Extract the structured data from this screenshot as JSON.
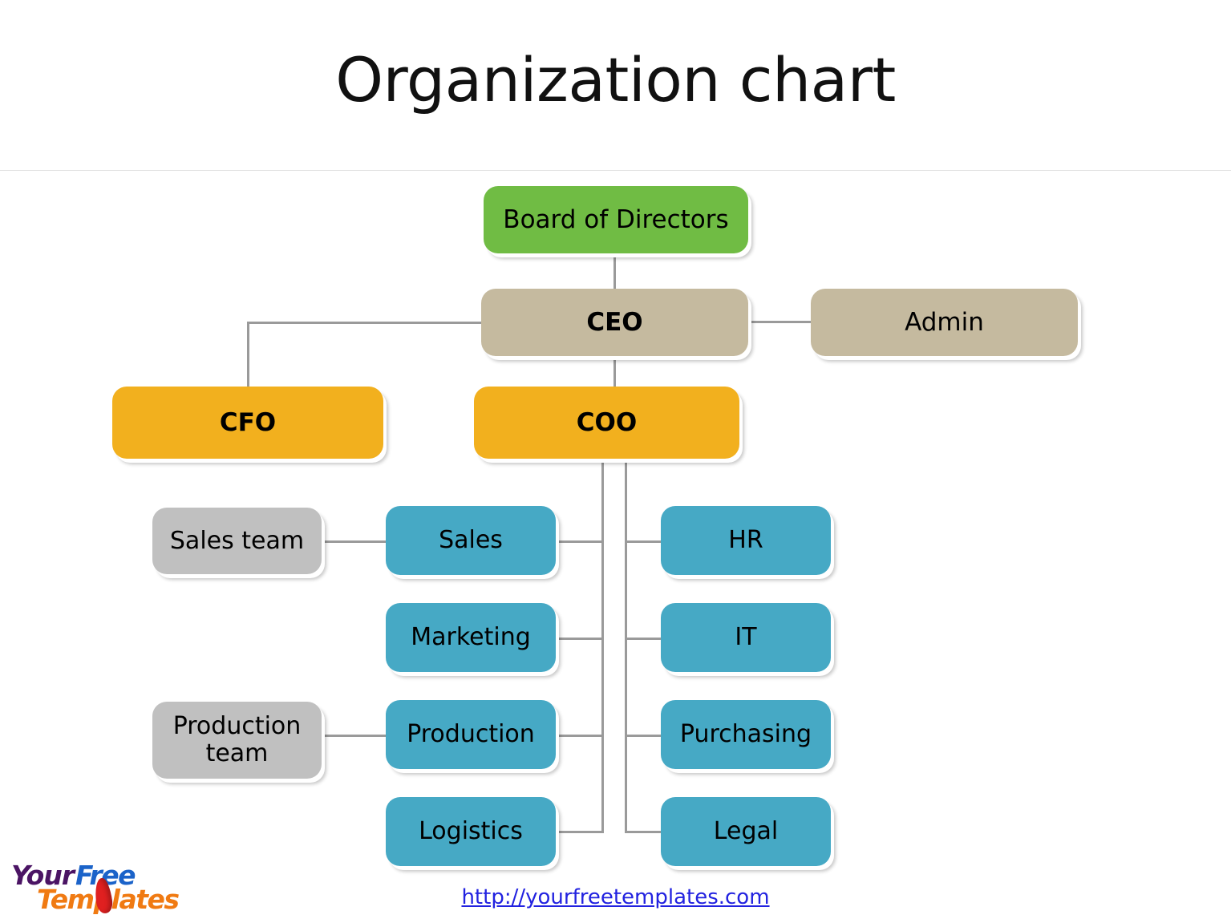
{
  "slide": {
    "title": "Organization chart",
    "footer_url": "http://yourfreetemplates.com",
    "logo": {
      "word1": "Your",
      "word2": "Free",
      "word3": "Templates"
    }
  },
  "colors": {
    "green": "#70BC44",
    "tan": "#C5BA9F",
    "amber": "#F2B01E",
    "blue": "#46A9C5",
    "grey": "#C0C0C0",
    "connector": "#9A9A9A",
    "link": "#2222E0"
  },
  "chart_data": {
    "type": "diagram",
    "title": "Organization chart",
    "nodes": [
      {
        "id": "board",
        "label": "Board of Directors",
        "color": "#70BC44",
        "level": 0,
        "bold": false
      },
      {
        "id": "ceo",
        "label": "CEO",
        "color": "#C5BA9F",
        "level": 1,
        "bold": true
      },
      {
        "id": "admin",
        "label": "Admin",
        "color": "#C5BA9F",
        "level": 1,
        "bold": false
      },
      {
        "id": "cfo",
        "label": "CFO",
        "color": "#F2B01E",
        "level": 2,
        "bold": true
      },
      {
        "id": "coo",
        "label": "COO",
        "color": "#F2B01E",
        "level": 2,
        "bold": true
      },
      {
        "id": "sales",
        "label": "Sales",
        "color": "#46A9C5",
        "level": 3,
        "bold": false
      },
      {
        "id": "marketing",
        "label": "Marketing",
        "color": "#46A9C5",
        "level": 3,
        "bold": false
      },
      {
        "id": "production",
        "label": "Production",
        "color": "#46A9C5",
        "level": 3,
        "bold": false
      },
      {
        "id": "logistics",
        "label": "Logistics",
        "color": "#46A9C5",
        "level": 3,
        "bold": false
      },
      {
        "id": "hr",
        "label": "HR",
        "color": "#46A9C5",
        "level": 3,
        "bold": false
      },
      {
        "id": "it",
        "label": "IT",
        "color": "#46A9C5",
        "level": 3,
        "bold": false
      },
      {
        "id": "purchasing",
        "label": "Purchasing",
        "color": "#46A9C5",
        "level": 3,
        "bold": false
      },
      {
        "id": "legal",
        "label": "Legal",
        "color": "#46A9C5",
        "level": 3,
        "bold": false
      },
      {
        "id": "salesteam",
        "label": "Sales team",
        "color": "#C0C0C0",
        "level": 4,
        "bold": false
      },
      {
        "id": "prodteam",
        "label": "Production team",
        "color": "#C0C0C0",
        "level": 4,
        "bold": false
      }
    ],
    "edges": [
      {
        "from": "board",
        "to": "ceo"
      },
      {
        "from": "ceo",
        "to": "admin"
      },
      {
        "from": "ceo",
        "to": "cfo"
      },
      {
        "from": "ceo",
        "to": "coo"
      },
      {
        "from": "coo",
        "to": "sales"
      },
      {
        "from": "coo",
        "to": "marketing"
      },
      {
        "from": "coo",
        "to": "production"
      },
      {
        "from": "coo",
        "to": "logistics"
      },
      {
        "from": "coo",
        "to": "hr"
      },
      {
        "from": "coo",
        "to": "it"
      },
      {
        "from": "coo",
        "to": "purchasing"
      },
      {
        "from": "coo",
        "to": "legal"
      },
      {
        "from": "sales",
        "to": "salesteam"
      },
      {
        "from": "production",
        "to": "prodteam"
      }
    ]
  },
  "nodes": {
    "board": {
      "label": "Board of Directors"
    },
    "ceo": {
      "label": "CEO"
    },
    "admin": {
      "label": "Admin"
    },
    "cfo": {
      "label": "CFO"
    },
    "coo": {
      "label": "COO"
    },
    "sales": {
      "label": "Sales"
    },
    "marketing": {
      "label": "Marketing"
    },
    "production": {
      "label": "Production"
    },
    "logistics": {
      "label": "Logistics"
    },
    "hr": {
      "label": "HR"
    },
    "it": {
      "label": "IT"
    },
    "purchasing": {
      "label": "Purchasing"
    },
    "legal": {
      "label": "Legal"
    },
    "salesteam": {
      "label": "Sales team"
    },
    "prodteam": {
      "label": "Production team"
    }
  }
}
